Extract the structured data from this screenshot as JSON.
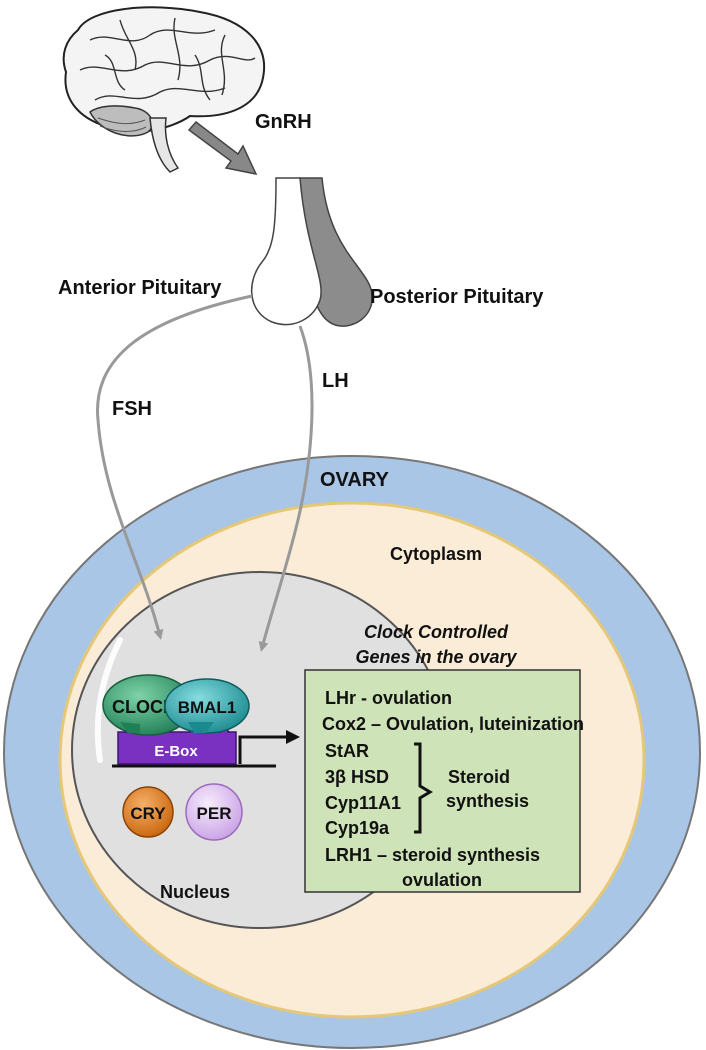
{
  "hormones": {
    "gnrh": "GnRH",
    "fsh": "FSH",
    "lh": "LH"
  },
  "structures": {
    "anterior_pituitary": "Anterior Pituitary",
    "posterior_pituitary": "Posterior Pituitary",
    "ovary": "OVARY",
    "cytoplasm": "Cytoplasm",
    "nucleus": "Nucleus"
  },
  "clock_proteins": {
    "clock": "CLOCK",
    "bmal1": "BMAL1",
    "ebox": "E-Box",
    "cry": "CRY",
    "per": "PER"
  },
  "ccg_title": {
    "line1": "Clock Controlled",
    "line2": "Genes in the ovary"
  },
  "genes": {
    "lhr": "LHr - ovulation",
    "cox2": "Cox2 – Ovulation, luteinization",
    "star": "StAR",
    "hsd": "3β HSD",
    "cyp11a1": "Cyp11A1",
    "cyp19a": "Cyp19a",
    "steroid_group_line1": "Steroid",
    "steroid_group_line2": "synthesis",
    "lrh1_line1": "LRH1 – steroid synthesis",
    "lrh1_line2": "ovulation"
  },
  "colors": {
    "ovary_outer": "#a9c6e6",
    "cytoplasm": "#faecd6",
    "nucleus": "#e0e0e0",
    "gene_box": "#cfe3b8",
    "clock": "#2e9a6a",
    "bmal1": "#2aa3a8",
    "ebox": "#7a30c0",
    "cry": "#e07a18",
    "per": "#d9b8ee",
    "arrow_gray": "#999999"
  }
}
